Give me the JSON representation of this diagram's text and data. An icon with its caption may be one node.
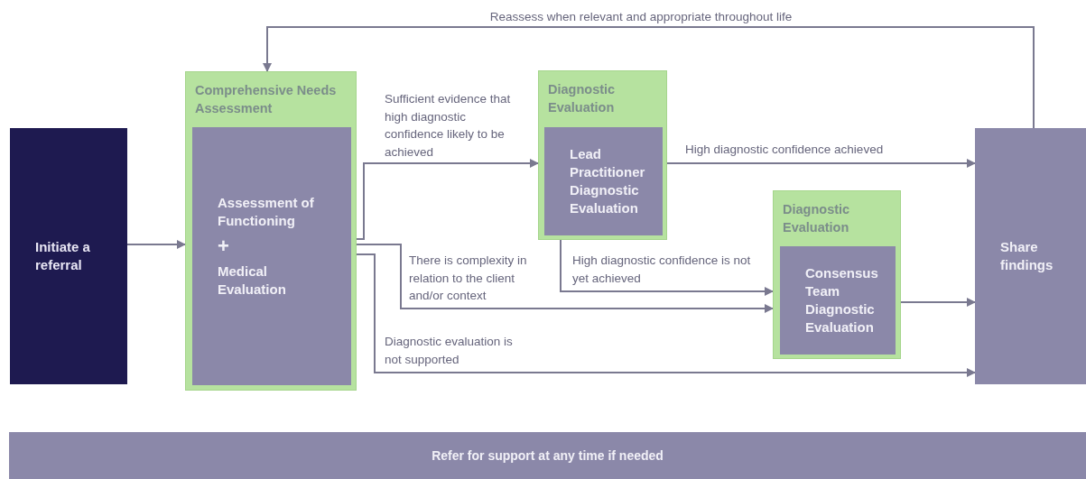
{
  "diagram": {
    "nodes": [
      {
        "text": [
          "Initiate a referral"
        ]
      },
      {
        "text": [
          "Comprehensive Needs Assessment"
        ]
      },
      {
        "text": [
          "Assessment of Functioning",
          "+",
          "Medical Evaluation"
        ],
        "in": 1
      },
      {
        "text": [
          "Diagnostic Evaluation"
        ]
      },
      {
        "text": [
          "Lead Practitioner Diagnostic Evaluation"
        ],
        "in": 3
      },
      {
        "text": [
          "Diagnostic Evaluation"
        ]
      },
      {
        "text": [
          "Consensus Team Diagnostic Evaluation"
        ],
        "in": 5
      },
      {
        "text": [
          "Share findings"
        ]
      },
      {
        "text": [
          "Refer for support at any time if needed"
        ]
      }
    ],
    "edges": [
      {
        "from": 0,
        "to": 1,
        "arrow": "to"
      },
      {
        "from": 1,
        "to": 3,
        "arrow": "to",
        "label": "Sufficient evidence that high diagnostic confidence likely to be achieved"
      },
      {
        "from": 1,
        "to": 5,
        "arrow": "to",
        "label": "There is complexity in relation to the client and/or context"
      },
      {
        "from": 1,
        "to": 7,
        "arrow": "to",
        "label": "Diagnostic evaluation is not supported"
      },
      {
        "from": 3,
        "to": 7,
        "arrow": "to",
        "label": "High diagnostic confidence achieved"
      },
      {
        "from": 3,
        "to": 5,
        "arrow": "to",
        "label": "High diagnostic confidence is not yet achieved"
      },
      {
        "from": 5,
        "to": 7,
        "arrow": "to"
      },
      {
        "from": 7,
        "to": 1,
        "arrow": "to",
        "label": "Reassess when relevant and appropriate throughout life"
      }
    ]
  }
}
